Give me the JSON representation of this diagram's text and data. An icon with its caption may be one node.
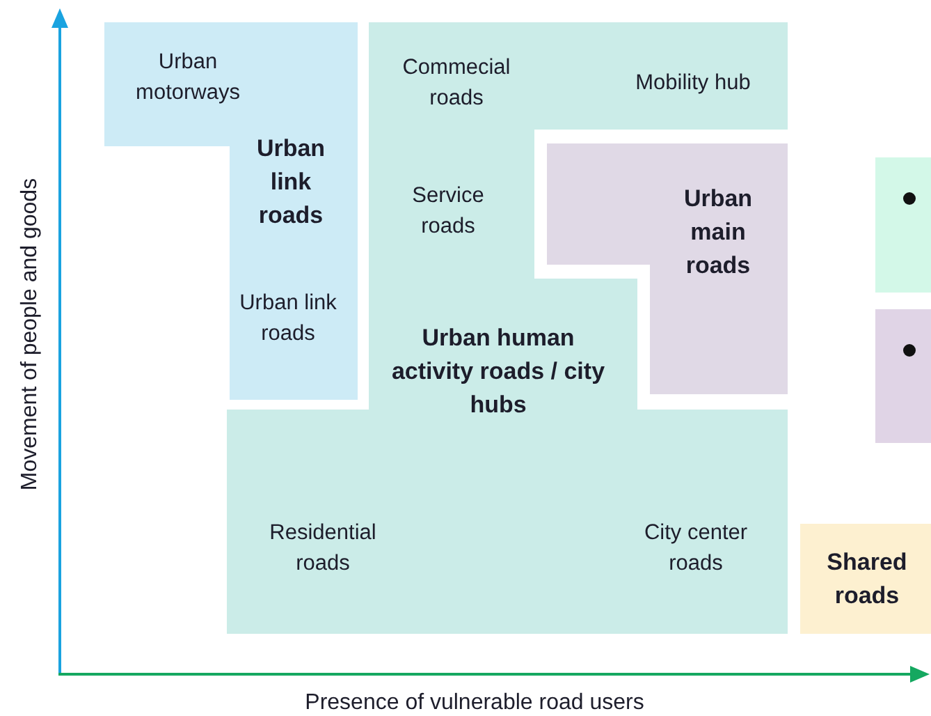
{
  "diagram": {
    "nodes": [
      {
        "text": [
          "Urban motorways",
          "Urban link roads",
          "Urban link roads"
        ]
      },
      {
        "text": [
          "Commecial roads",
          "Mobility hub",
          "Service roads",
          "Urban human activity roads / city hubs",
          "Residential roads",
          "City center roads"
        ]
      },
      {
        "text": [
          "Urban main roads"
        ]
      },
      {
        "text": [],
        "shape": "box"
      },
      {
        "text": [],
        "shape": "box"
      },
      {
        "text": [
          "Shared roads"
        ]
      }
    ],
    "labels": [
      "Movement of people and goods",
      "Presence of vulnerable road users"
    ]
  }
}
